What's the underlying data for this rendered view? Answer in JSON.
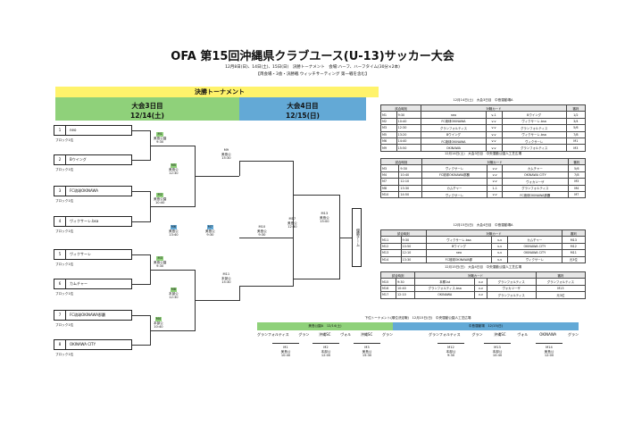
{
  "header": {
    "title": "OFA 第15回沖縄県クラブユース(U-13)サッカー大会",
    "subtitle": "12月8日(日)、14日(土)、15日(日)　決勝トーナメント　会場:ハーフ、ハーフタイム(30分×2本)",
    "note": "【両会場・3会・決勝戦 ウィッチサーティング 第一戦を含む】"
  },
  "bracket": {
    "banner": "決勝トーナメント",
    "day3": {
      "label": "大会3日目",
      "date": "12/14(土)"
    },
    "day4": {
      "label": "大会4日目",
      "date": "12/15(日)"
    },
    "teams": [
      {
        "num": "1",
        "name": "neo",
        "block": "ブロック1位"
      },
      {
        "num": "2",
        "name": "Bウイング",
        "block": "ブロック1位"
      },
      {
        "num": "3",
        "name": "FC琉球OKINAWA",
        "block": "ブロック1位"
      },
      {
        "num": "4",
        "name": "ヴィクサーレ.bsa",
        "block": "ブロック1位"
      },
      {
        "num": "5",
        "name": "ヴィクサーレ",
        "block": "ブロック1位"
      },
      {
        "num": "6",
        "name": "カムチャー",
        "block": "ブロック1位"
      },
      {
        "num": "7",
        "name": "FC琉球OKINAWA那覇",
        "block": "ブロック1位"
      },
      {
        "num": "8",
        "name": "OKINAWA CITY",
        "block": "ブロック1位"
      }
    ],
    "r1": [
      {
        "tag": "M1",
        "venue": "美島公園",
        "time": "9:30"
      },
      {
        "tag": "M2",
        "venue": "美島公園",
        "time": "10:40"
      },
      {
        "tag": "M3",
        "venue": "美島公園",
        "time": "9:30"
      },
      {
        "tag": "M4",
        "venue": "本部公",
        "time": "10:40"
      }
    ],
    "qf": [
      {
        "tag": "M5",
        "venue": "美島公",
        "time": "12:30"
      },
      {
        "tag": "M6",
        "venue": "美島公",
        "time": "13:40"
      },
      {
        "tag": "M7",
        "venue": "美島公",
        "time": "9:30"
      },
      {
        "tag": "M8",
        "venue": "本部公",
        "time": "12:30"
      }
    ],
    "sf": [
      {
        "tag": "M9",
        "venue": "美島公",
        "time": "15:30"
      },
      {
        "tag": "M10",
        "venue": "美島公",
        "time": "9:30"
      },
      {
        "tag": "M11",
        "venue": "本部公",
        "time": "15:30"
      }
    ],
    "final": [
      {
        "tag": "M17",
        "venue": "美島公",
        "time": "12:30"
      },
      {
        "tag": "M13",
        "venue": "美島公",
        "time": "15:00"
      }
    ],
    "champion": "優勝チーム"
  },
  "schedules": [
    {
      "caption": "12月14日(土)　大会3日目　中島運動場A",
      "head": [
        "試合時刻",
        "対戦カード",
        "審判"
      ],
      "rows": [
        [
          "M1",
          "9:30",
          "neo",
          "v-1",
          "Bウイング",
          "1/2"
        ],
        [
          "M2",
          "10:40",
          "FC琉球OKINAWA",
          "v-v",
          "ヴィクサーレ.bsa",
          "3/4"
        ],
        [
          "M3",
          "12:30",
          "グランフォルティス",
          "v-v",
          "グランフォルティス",
          "5/6"
        ],
        [
          "M5",
          "13:20",
          "Bウイング",
          "v-v",
          "ヴィクサーレ.bsa",
          "7/8"
        ],
        [
          "M6",
          "14:40",
          "FC琉球OKINAWA",
          "v-v",
          "ヴィクサーレ",
          "M1"
        ],
        [
          "M9",
          "15:50",
          "OKINAWA",
          "v-v",
          "グランフォルティス",
          "M3"
        ]
      ]
    },
    {
      "caption": "12月14日(土)　大会3日目　中央運動公園人工芝広場",
      "head": [
        "試合時刻",
        "対戦カード",
        "審判"
      ],
      "rows": [
        [
          "M3",
          "9:30",
          "ヴィクサーレ",
          "v-v",
          "カムチャー",
          "5/6"
        ],
        [
          "M4",
          "10:40",
          "FC琉球OKINAWA那覇",
          "v-v",
          "OKINAWA CITY",
          "7/8"
        ],
        [
          "M7",
          "12:10",
          "",
          "v-v",
          "ヴォカツーザ",
          "M3"
        ],
        [
          "M8",
          "13:30",
          "カムチャー",
          "1-1",
          "グランフォルティス",
          "M4"
        ],
        [
          "M10",
          "14:50",
          "ヴィクサーレ",
          "v-v",
          "FC琉球OKINAWA那覇",
          "M7"
        ]
      ]
    },
    {
      "caption": "12月15日(日)　大会4日目　中島運動場A",
      "head": [
        "試合時刻",
        "対戦カード",
        "審判"
      ],
      "rows": [
        [
          "M11",
          "9:30",
          "ヴィクサーレ.bsa",
          "v-v",
          "カムチャー",
          "M13"
        ],
        [
          "M12",
          "10:50",
          "Bウイング",
          "v-v",
          "OKINAWA CITY",
          "M12"
        ],
        [
          "M13",
          "12:10",
          "neo",
          "v-v",
          "OKINAWA CITY",
          "M11"
        ],
        [
          "M14",
          "13:30",
          "FC琉球OKINAWA那",
          "v-v",
          "ヴィクサーレ",
          "元3位"
        ]
      ]
    },
    {
      "caption": "12月15日(日)　大会4日目　中央運動公園人工芝広場",
      "head": [
        "試合時刻",
        "対戦カード",
        "審判"
      ],
      "rows": [
        [
          "M15",
          "9:30",
          "本郷1st",
          "v-v",
          "グランフォルティス",
          "グランフォルティス"
        ],
        [
          "M16",
          "10:40",
          "グランフォルティス.bsa",
          "v-v",
          "ヴォカツーザ",
          "M13"
        ],
        [
          "M17",
          "12:10",
          "OKINAWA",
          "v-v",
          "グランフォルティス",
          "元3位"
        ]
      ]
    }
  ],
  "bottom": {
    "caption": "下位トーナメント(順位決定戦)　12月15日(日)　中央運動公園人工芝広場",
    "left_header": "美島公園A　12/14(土)",
    "right_header": "中島運動場　12/15(日)",
    "left_teams": [
      "グランフォルティス",
      "グラン",
      "沖縄SC",
      "ヴォル",
      "沖縄SC",
      "グラン"
    ],
    "right_teams": [
      "グランフォルティス",
      "グラン",
      "沖縄SC",
      "ヴォル",
      "OKINAWA",
      "グラン"
    ],
    "left_matches": [
      {
        "tag": "M1",
        "venue": "美島公",
        "time": "10:40"
      },
      {
        "tag": "M2",
        "venue": "本部公",
        "time": "12:00"
      },
      {
        "tag": "M3",
        "venue": "美島公",
        "time": "15:30"
      }
    ],
    "right_matches": [
      {
        "tag": "M12",
        "venue": "本部公",
        "time": "9:30"
      },
      {
        "tag": "M13",
        "venue": "本部公",
        "time": "10:40"
      },
      {
        "tag": "M14",
        "venue": "美島公",
        "time": "12:00"
      }
    ]
  },
  "colors": {
    "green": "#8fd17a",
    "blue": "#63a9d6",
    "yellow": "#fff36b"
  }
}
